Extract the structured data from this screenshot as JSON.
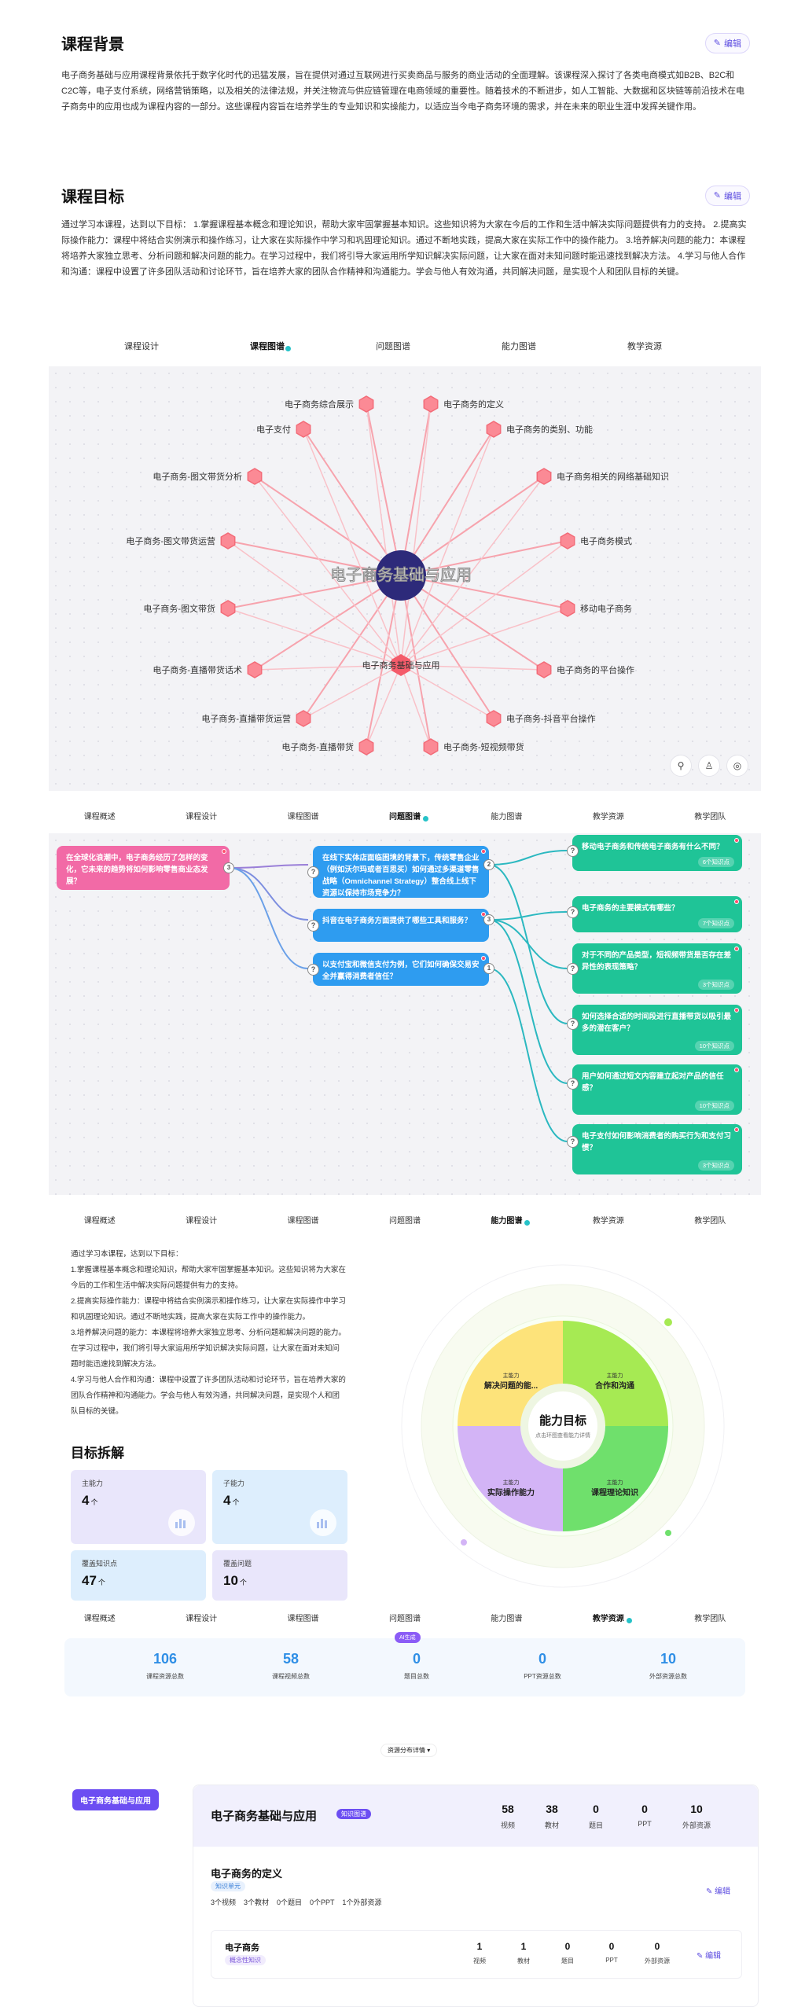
{
  "background": {
    "title": "课程背景",
    "edit": "编辑",
    "text": "电子商务基础与应用课程背景依托于数字化时代的迅猛发展，旨在提供对通过互联网进行买卖商品与服务的商业活动的全面理解。该课程深入探讨了各类电商模式如B2B、B2C和C2C等，电子支付系统，网络营销策略，以及相关的法律法规，并关注物流与供应链管理在电商领域的重要性。随着技术的不断进步，如人工智能、大数据和区块链等前沿技术在电子商务中的应用也成为课程内容的一部分。这些课程内容旨在培养学生的专业知识和实操能力，以适应当今电子商务环境的需求，并在未来的职业生涯中发挥关键作用。"
  },
  "goals": {
    "title": "课程目标",
    "edit": "编辑",
    "text": "通过学习本课程，达到以下目标： 1.掌握课程基本概念和理论知识，帮助大家牢固掌握基本知识。这些知识将为大家在今后的工作和生活中解决实际问题提供有力的支持。 2.提高实际操作能力：课程中将结合实例演示和操作练习，让大家在实际操作中学习和巩固理论知识。通过不断地实践，提高大家在实际工作中的操作能力。 3.培养解决问题的能力：本课程将培养大家独立思考、分析问题和解决问题的能力。在学习过程中，我们将引导大家运用所学知识解决实际问题，让大家在面对未知问题时能迅速找到解决方法。 4.学习与他人合作和沟通：课程中设置了许多团队活动和讨论环节，旨在培养大家的团队合作精神和沟通能力。学会与他人有效沟通，共同解决问题，是实现个人和团队目标的关键。"
  },
  "tabs1": [
    "课程设计",
    "课程图谱",
    "问题图谱",
    "能力图谱",
    "教学资源"
  ],
  "tabs_full": [
    "课程概述",
    "课程设计",
    "课程图谱",
    "问题图谱",
    "能力图谱",
    "教学资源",
    "教学团队"
  ],
  "graph": {
    "center": "电子商务基础与应用",
    "root_sub": "电子商务基础与应用",
    "nodes": [
      "电子商务综合展示",
      "电子商务的定义",
      "电子支付",
      "电子商务的类别、功能",
      "电子商务-图文带货分析",
      "电子商务相关的网络基础知识",
      "电子商务-图文带货运营",
      "电子商务模式",
      "电子商务-图文带货",
      "移动电子商务",
      "电子商务-直播带货话术",
      "电子商务的平台操作",
      "电子商务-直播带货运营",
      "电子商务-抖音平台操作",
      "电子商务-直播带货",
      "电子商务-短视频带货"
    ],
    "controls": [
      "filter-icon",
      "person-icon",
      "target-icon"
    ]
  },
  "problems": {
    "root": "在全球化浪潮中，电子商务经历了怎样的变化，它未来的趋势将如何影响零售商业态发展？",
    "root_count": "3",
    "mid": [
      {
        "text": "在线下实体店面临困境的背景下，传统零售企业（例如沃尔玛或者百思买）如何通过多渠道零售战略（Omnichannel Strategy）整合线上线下资源以保持市场竞争力？",
        "count": "2"
      },
      {
        "text": "抖音在电子商务方面提供了哪些工具和服务？",
        "count": "3"
      },
      {
        "text": "以支付宝和微信支付为例，它们如何确保交易安全并赢得消费者信任？",
        "count": "1"
      }
    ],
    "leaves": [
      {
        "text": "移动电子商务和传统电子商务有什么不同？",
        "tag": "6个知识点"
      },
      {
        "text": "电子商务的主要模式有哪些？",
        "tag": "7个知识点"
      },
      {
        "text": "对于不同的产品类型，短视频带货是否存在差异性的表现策略？",
        "tag": "3个知识点"
      },
      {
        "text": "如何选择合适的时间段进行直播带货以吸引最多的潜在客户？",
        "tag": "10个知识点"
      },
      {
        "text": "用户如何通过短文内容建立起对产品的信任感？",
        "tag": "10个知识点"
      },
      {
        "text": "电子支付如何影响消费者的购买行为和支付习惯？",
        "tag": "3个知识点"
      }
    ]
  },
  "ability": {
    "text": "通过学习本课程，达到以下目标：\n1.掌握课程基本概念和理论知识，帮助大家牢固掌握基本知识。这些知识将为大家在今后的工作和生活中解决实际问题提供有力的支持。\n2.提高实际操作能力：课程中将结合实例演示和操作练习，让大家在实际操作中学习和巩固理论知识。通过不断地实践，提高大家在实际工作中的操作能力。\n3.培养解决问题的能力：本课程将培养大家独立思考、分析问题和解决问题的能力。在学习过程中，我们将引导大家运用所学知识解决实际问题，让大家在面对未知问题时能迅速找到解决方法。\n4.学习与他人合作和沟通：课程中设置了许多团队活动和讨论环节，旨在培养大家的团队合作精神和沟通能力。学会与他人有效沟通，共同解决问题，是实现个人和团队目标的关键。",
    "breakdown_title": "目标拆解",
    "tiles": [
      {
        "label": "主能力",
        "value": "4",
        "unit": "个"
      },
      {
        "label": "子能力",
        "value": "4",
        "unit": "个"
      },
      {
        "label": "覆盖知识点",
        "value": "47",
        "unit": "个"
      },
      {
        "label": "覆盖问题",
        "value": "10",
        "unit": "个"
      }
    ],
    "center_title": "能力目标",
    "center_sub": "点击环图查看能力详情",
    "quadrants": [
      {
        "tag": "主能力",
        "name": "解决问题的能...",
        "color": "#fde37a"
      },
      {
        "tag": "主能力",
        "name": "合作和沟通",
        "color": "#a6ea53"
      },
      {
        "tag": "主能力",
        "name": "实际操作能力",
        "color": "#d3b4f6"
      },
      {
        "tag": "主能力",
        "name": "课程理论知识",
        "color": "#6fe06c"
      }
    ]
  },
  "resources": {
    "stats": [
      {
        "value": "106",
        "label": "课程资源总数"
      },
      {
        "value": "58",
        "label": "课程视频总数"
      },
      {
        "value": "0",
        "label": "题目总数"
      },
      {
        "value": "0",
        "label": "PPT资源总数"
      },
      {
        "value": "10",
        "label": "外部资源总数"
      }
    ],
    "ai_badge": "AI生成",
    "dropdown": "资源分布详情",
    "side_btn": "电子商务基础与应用",
    "box_title": "电子商务基础与应用",
    "box_badge": "知识图谱",
    "box_stats": [
      {
        "value": "58",
        "label": "视频"
      },
      {
        "value": "38",
        "label": "教材"
      },
      {
        "value": "0",
        "label": "题目"
      },
      {
        "value": "0",
        "label": "PPT"
      },
      {
        "value": "10",
        "label": "外部资源"
      }
    ],
    "unit_title": "电子商务的定义",
    "unit_badge": "知识单元",
    "unit_counts": "3个视频    3个教材    0个题目    0个PPT    1个外部资源",
    "unit_edit": "编辑",
    "sub_title": "电子商务",
    "sub_badge": "概念性知识",
    "sub_stats": [
      {
        "value": "1",
        "label": "视频"
      },
      {
        "value": "1",
        "label": "教材"
      },
      {
        "value": "0",
        "label": "题目"
      },
      {
        "value": "0",
        "label": "PPT"
      },
      {
        "value": "0",
        "label": "外部资源"
      }
    ],
    "sub_edit": "编辑"
  }
}
